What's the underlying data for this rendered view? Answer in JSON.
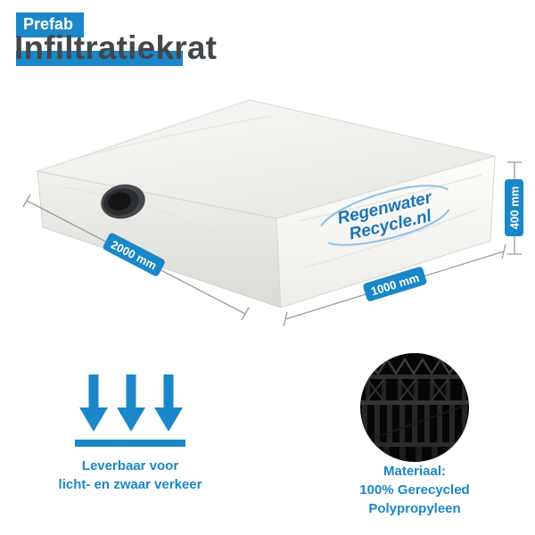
{
  "colors": {
    "accent": "#1a87c8",
    "title_text": "#42474c",
    "logo_blue": "#1b74b8"
  },
  "header": {
    "eyebrow": "Prefab",
    "title": "Infiltratiekrat"
  },
  "crate": {
    "logo": {
      "line1": "Regenwater",
      "line2": "Recycle.nl"
    },
    "dimensions": {
      "length": "2000 mm",
      "width": "1000 mm",
      "height": "400 mm"
    }
  },
  "features": {
    "traffic": {
      "line1": "Leverbaar voor",
      "line2": "licht- en zwaar verkeer"
    },
    "material": {
      "line1": "Materiaal:",
      "line2": "100% Gerecycled",
      "line3": "Polypropyleen"
    }
  }
}
